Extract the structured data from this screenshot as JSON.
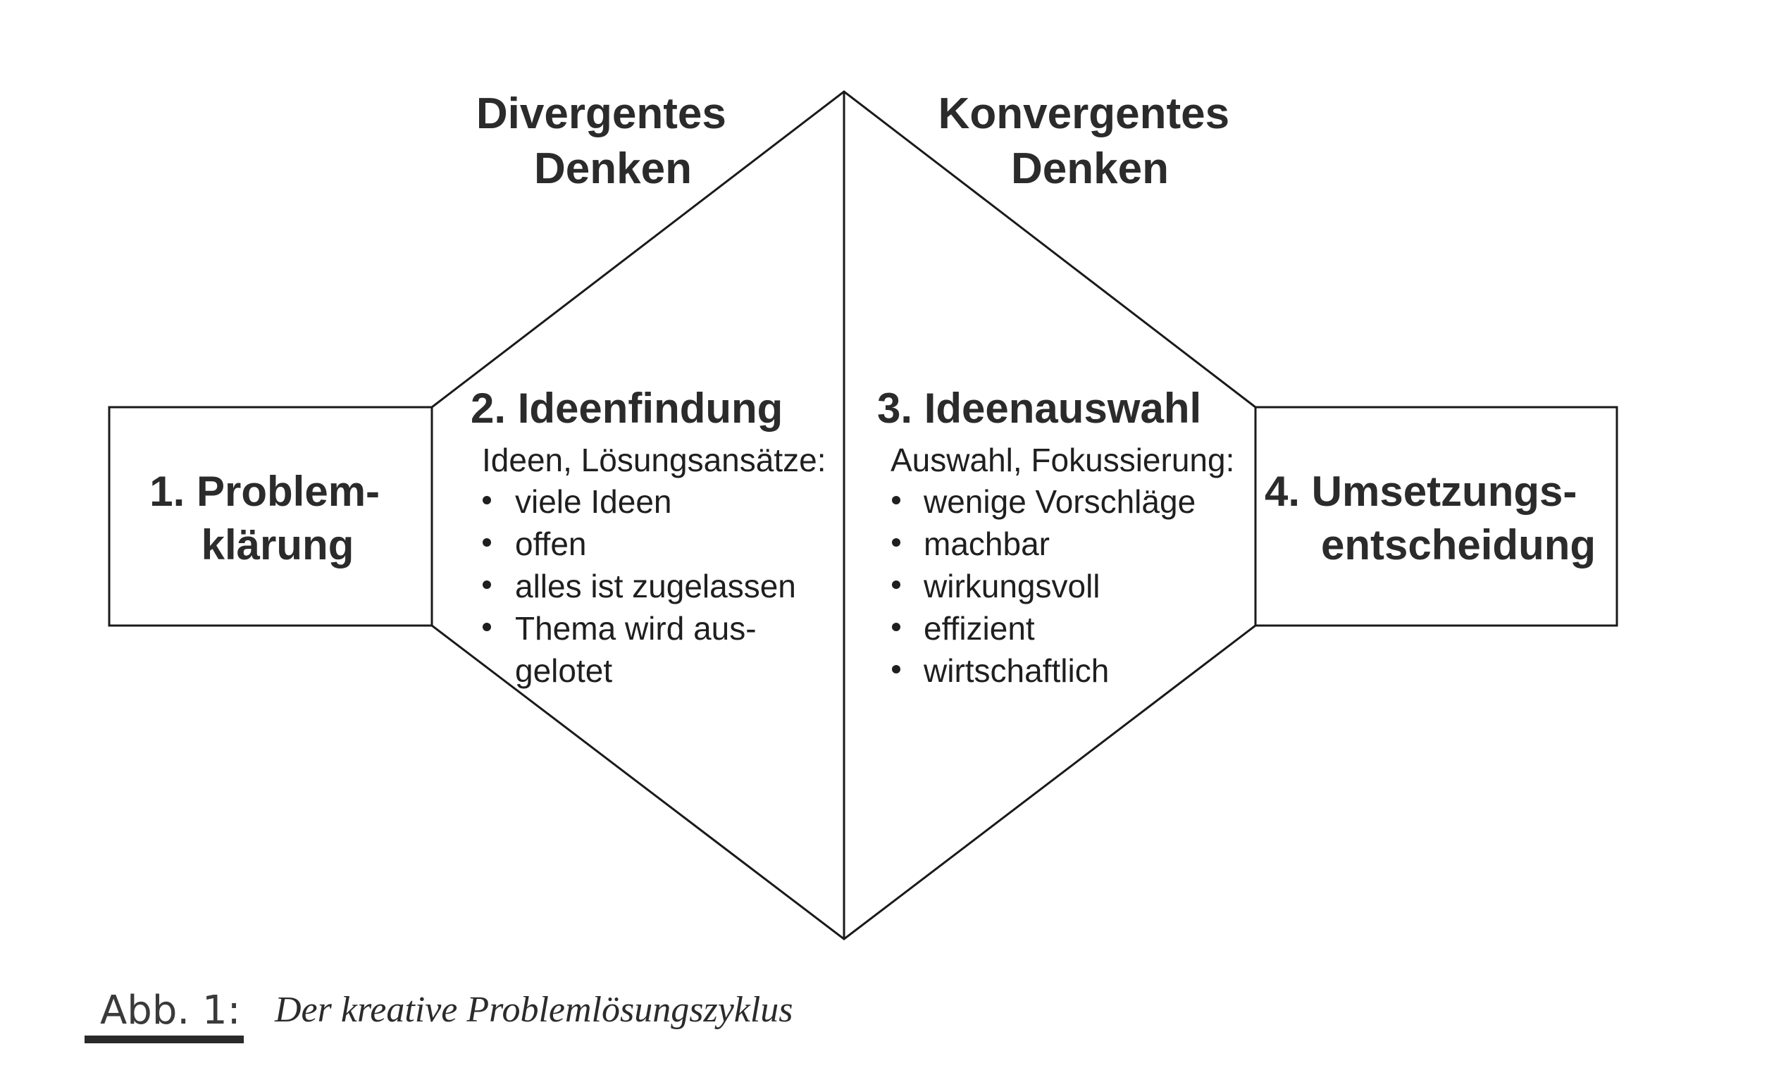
{
  "headings": {
    "divergent": [
      "Divergentes",
      "Denken"
    ],
    "convergent": [
      "Konvergentes",
      "Denken"
    ]
  },
  "stages": {
    "problem": {
      "title": [
        "1. Problem-",
        "klärung"
      ]
    },
    "ideation": {
      "title": "2. Ideenfindung",
      "subtitle": "Ideen, Lösungsansätze:",
      "bullets": [
        "viele Ideen",
        "offen",
        "alles ist zugelassen",
        "Thema wird aus-"
      ],
      "continuation": "gelotet"
    },
    "selection": {
      "title": "3. Ideenauswahl",
      "subtitle": "Auswahl, Fokussierung:",
      "bullets": [
        "wenige Vorschläge",
        "machbar",
        "wirkungsvoll",
        "effizient",
        "wirtschaftlich"
      ]
    },
    "decision": {
      "title": [
        "4. Umsetzungs-",
        "entscheidung"
      ]
    }
  },
  "caption": {
    "label": "Abb. 1:",
    "text": "Der kreative Problemlösungszyklus"
  }
}
